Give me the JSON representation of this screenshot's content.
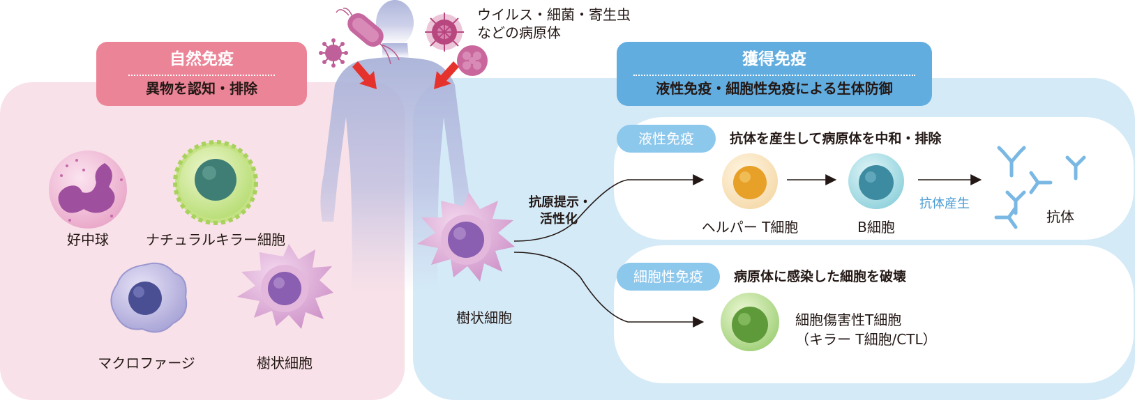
{
  "pathogen": {
    "line1": "ウイルス・細菌・寄生虫",
    "line2": "などの病原体"
  },
  "innate": {
    "title": "自然免疫",
    "subtitle": "異物を認知・排除",
    "cells": {
      "neutrophil": "好中球",
      "nk": "ナチュラルキラー細胞",
      "macrophage": "マクロファージ",
      "dendritic": "樹状細胞"
    }
  },
  "acquired": {
    "title": "獲得免疫",
    "subtitle": "液性免疫・細胞性免疫による生体防御",
    "dendritic_label": "樹状細胞",
    "antigen_line1": "抗原提示・",
    "antigen_line2": "活性化",
    "humoral": {
      "label": "液性免疫",
      "desc": "抗体を産生して病原体を中和・排除",
      "helper": "ヘルパー T細胞",
      "bcell": "B細胞",
      "production": "抗体産生",
      "antibody": "抗体"
    },
    "cellular": {
      "label": "細胞性免疫",
      "desc": "病原体に感染した細胞を破壊",
      "ctl_line1": "細胞傷害性T細胞",
      "ctl_line2": "（キラー T細胞/CTL）"
    }
  },
  "colors": {
    "innate_panel": "#f8e1e8",
    "innate_header": "#ec8497",
    "acquired_panel": "#d4eaf7",
    "acquired_header": "#62ade0",
    "sub_pill": "#8cc7ec",
    "arrow_red": "#e5322d",
    "antibody_blue": "#7ab8e4"
  },
  "icons": [
    "virus-icon",
    "bacterium-icon",
    "human-silhouette-icon",
    "arrow-icon",
    "antibody-icon",
    "cell-icon"
  ]
}
